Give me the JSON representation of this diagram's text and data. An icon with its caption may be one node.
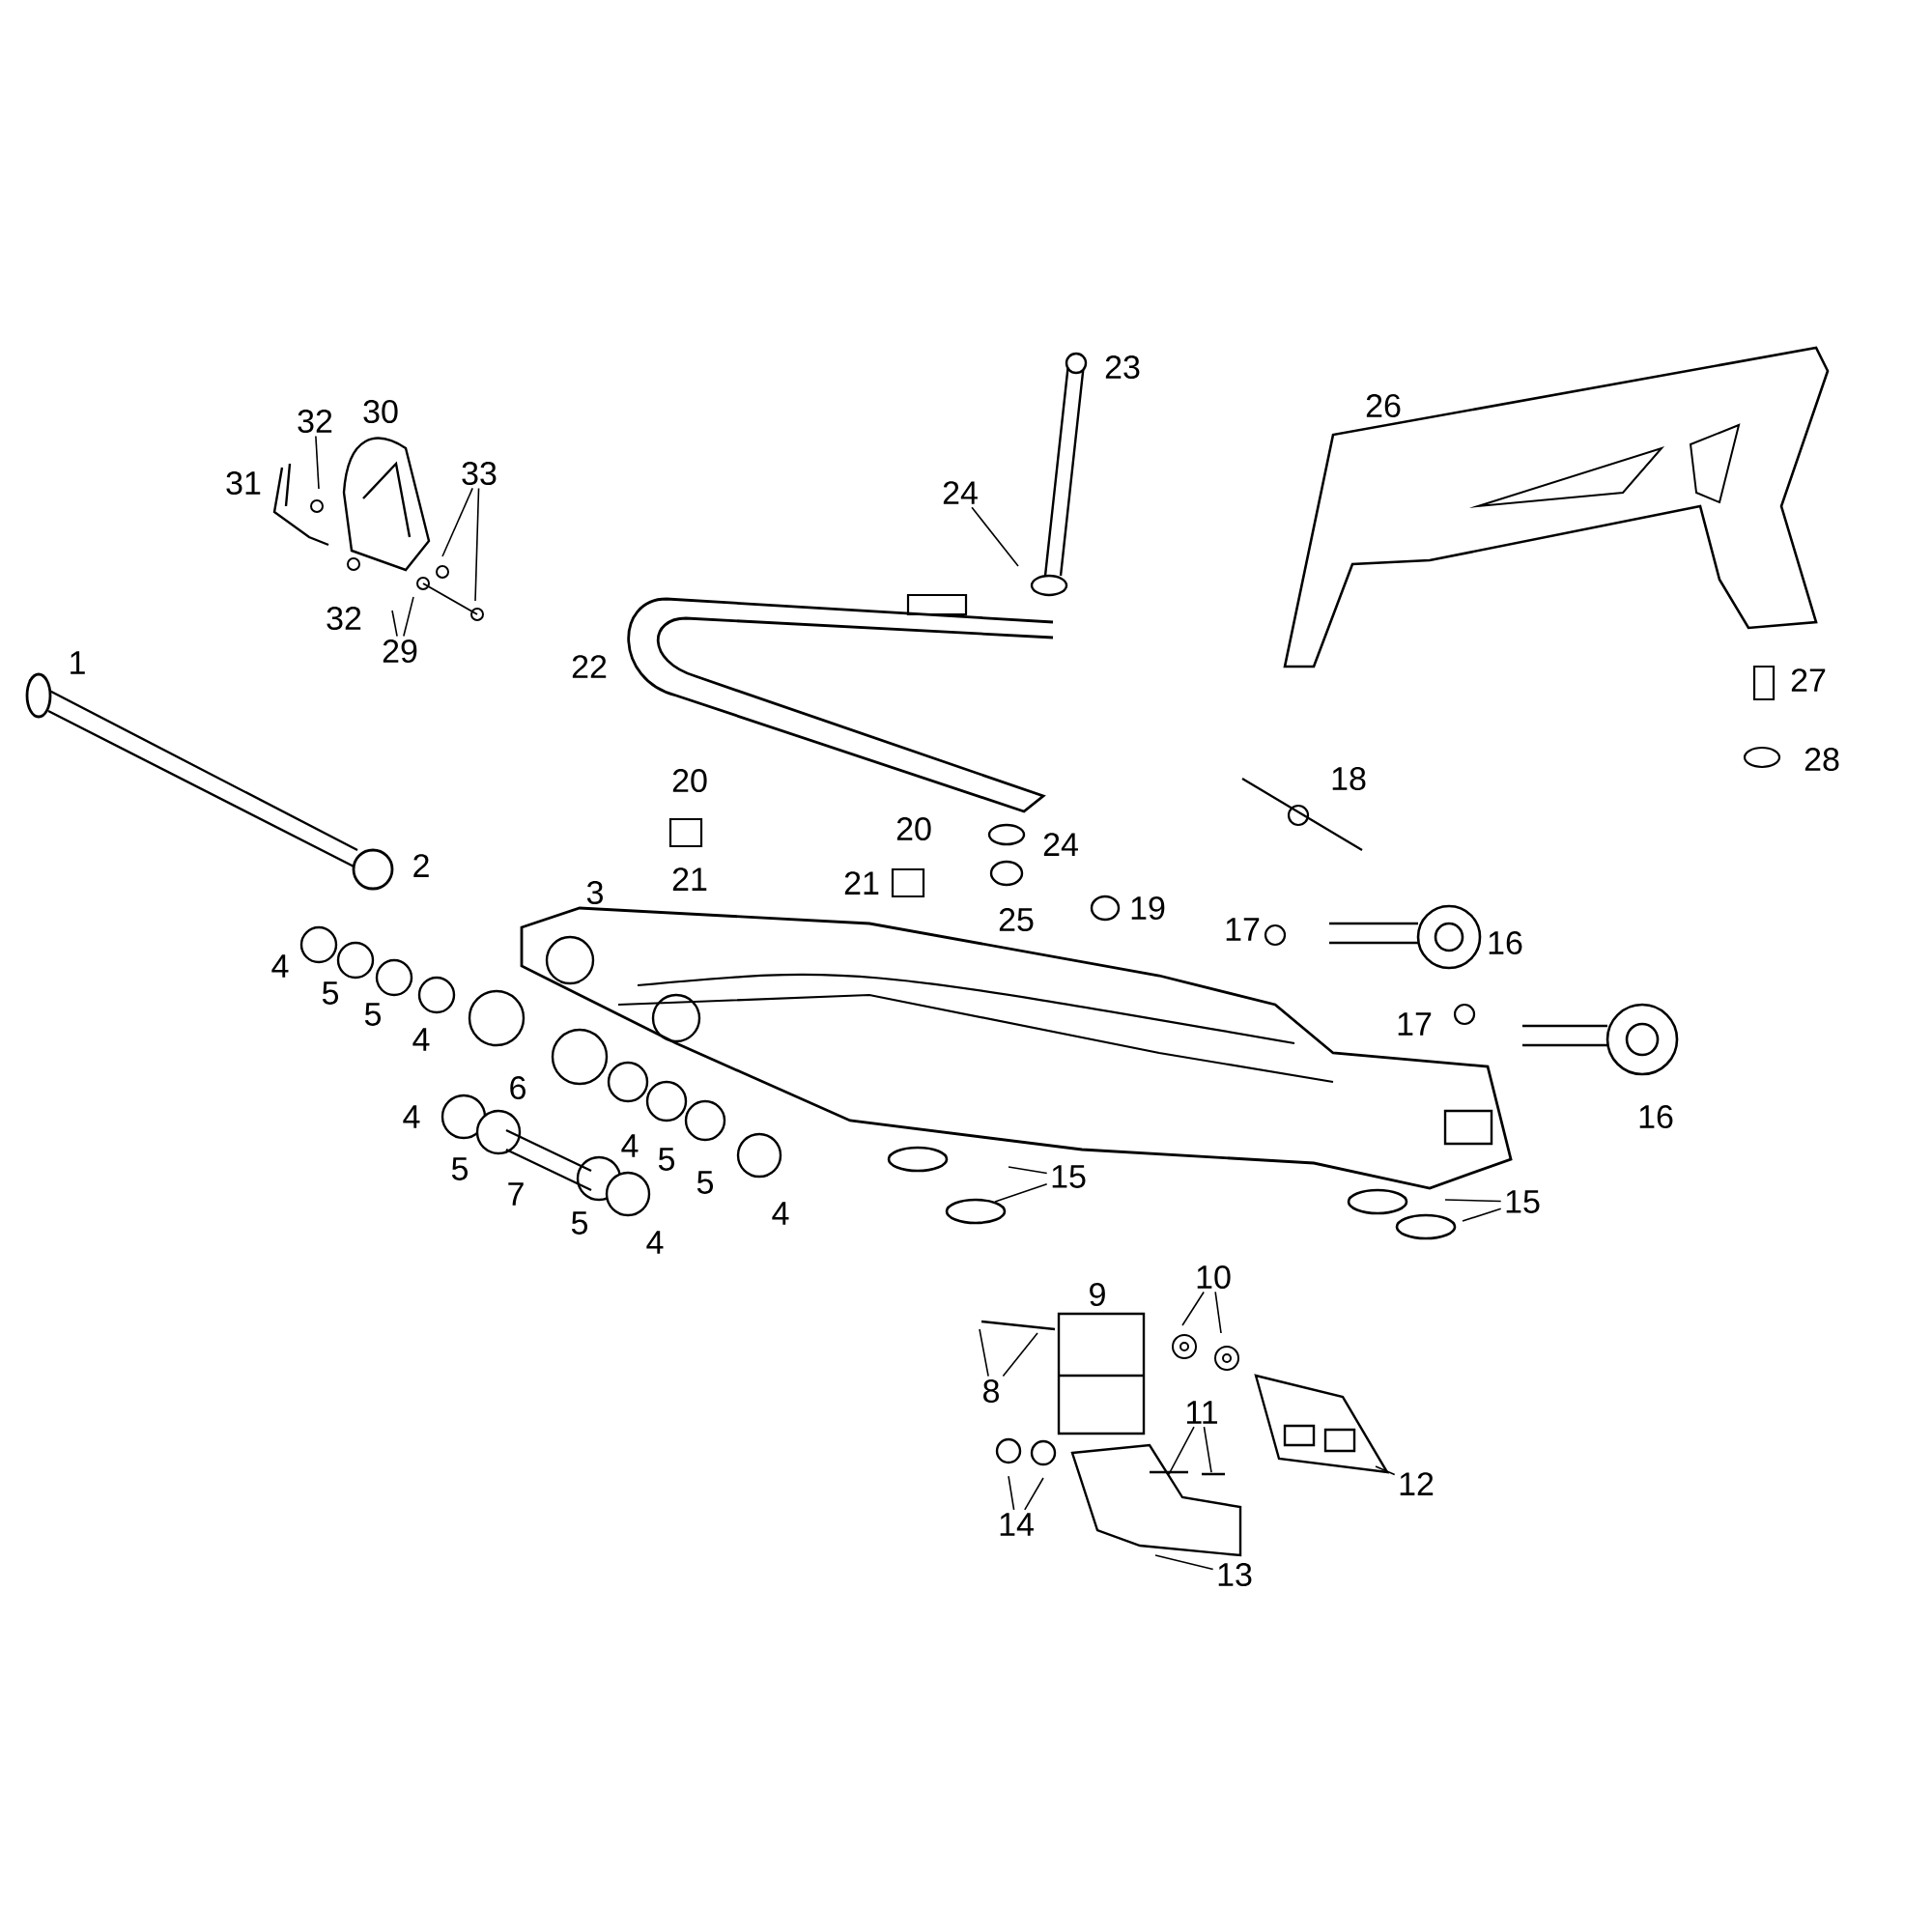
{
  "diagram": {
    "nodes": [
      {
        "text": [
          "33"
        ]
      },
      {
        "text": [
          "29"
        ]
      },
      {
        "text": [
          "32"
        ]
      },
      {
        "text": [
          "24"
        ]
      },
      {
        "text": [
          "15"
        ]
      },
      {
        "text": [
          "15"
        ]
      },
      {
        "text": [
          "8"
        ]
      },
      {
        "text": [
          "10"
        ]
      },
      {
        "text": [
          "11"
        ]
      },
      {
        "text": [
          "12"
        ]
      },
      {
        "text": [
          "14"
        ]
      },
      {
        "text": [
          "13"
        ]
      }
    ],
    "edges": [
      {
        "from": 0,
        "to": null,
        "arrow": "none"
      },
      {
        "from": 0,
        "to": null,
        "arrow": "none"
      },
      {
        "from": 1,
        "to": null,
        "arrow": "none"
      },
      {
        "from": 1,
        "to": null,
        "arrow": "none"
      },
      {
        "from": 2,
        "to": null,
        "arrow": "none"
      },
      {
        "from": 3,
        "to": null,
        "arrow": "none"
      },
      {
        "from": 4,
        "to": null,
        "arrow": "none"
      },
      {
        "from": 4,
        "to": null,
        "arrow": "none"
      },
      {
        "from": 5,
        "to": null,
        "arrow": "none"
      },
      {
        "from": 5,
        "to": null,
        "arrow": "none"
      },
      {
        "from": 6,
        "to": null,
        "arrow": "none"
      },
      {
        "from": 6,
        "to": null,
        "arrow": "none"
      },
      {
        "from": 7,
        "to": null,
        "arrow": "none"
      },
      {
        "from": 7,
        "to": null,
        "arrow": "none"
      },
      {
        "from": 8,
        "to": null,
        "arrow": "none"
      },
      {
        "from": 8,
        "to": null,
        "arrow": "none"
      },
      {
        "from": 9,
        "to": null,
        "arrow": "none"
      },
      {
        "from": 10,
        "to": null,
        "arrow": "none"
      },
      {
        "from": 10,
        "to": null,
        "arrow": "none"
      },
      {
        "from": 11,
        "to": null,
        "arrow": "none"
      }
    ],
    "labels": [
      "23",
      "30",
      "26",
      "31",
      "32",
      "1",
      "22",
      "27",
      "28",
      "20",
      "18",
      "20",
      "24",
      "2",
      "3",
      "21",
      "21",
      "25",
      "19",
      "17",
      "16",
      "4",
      "5",
      "5",
      "4",
      "17",
      "4",
      "6",
      "16",
      "5",
      "7",
      "4",
      "5",
      "5",
      "5",
      "4",
      "4",
      "9"
    ]
  }
}
